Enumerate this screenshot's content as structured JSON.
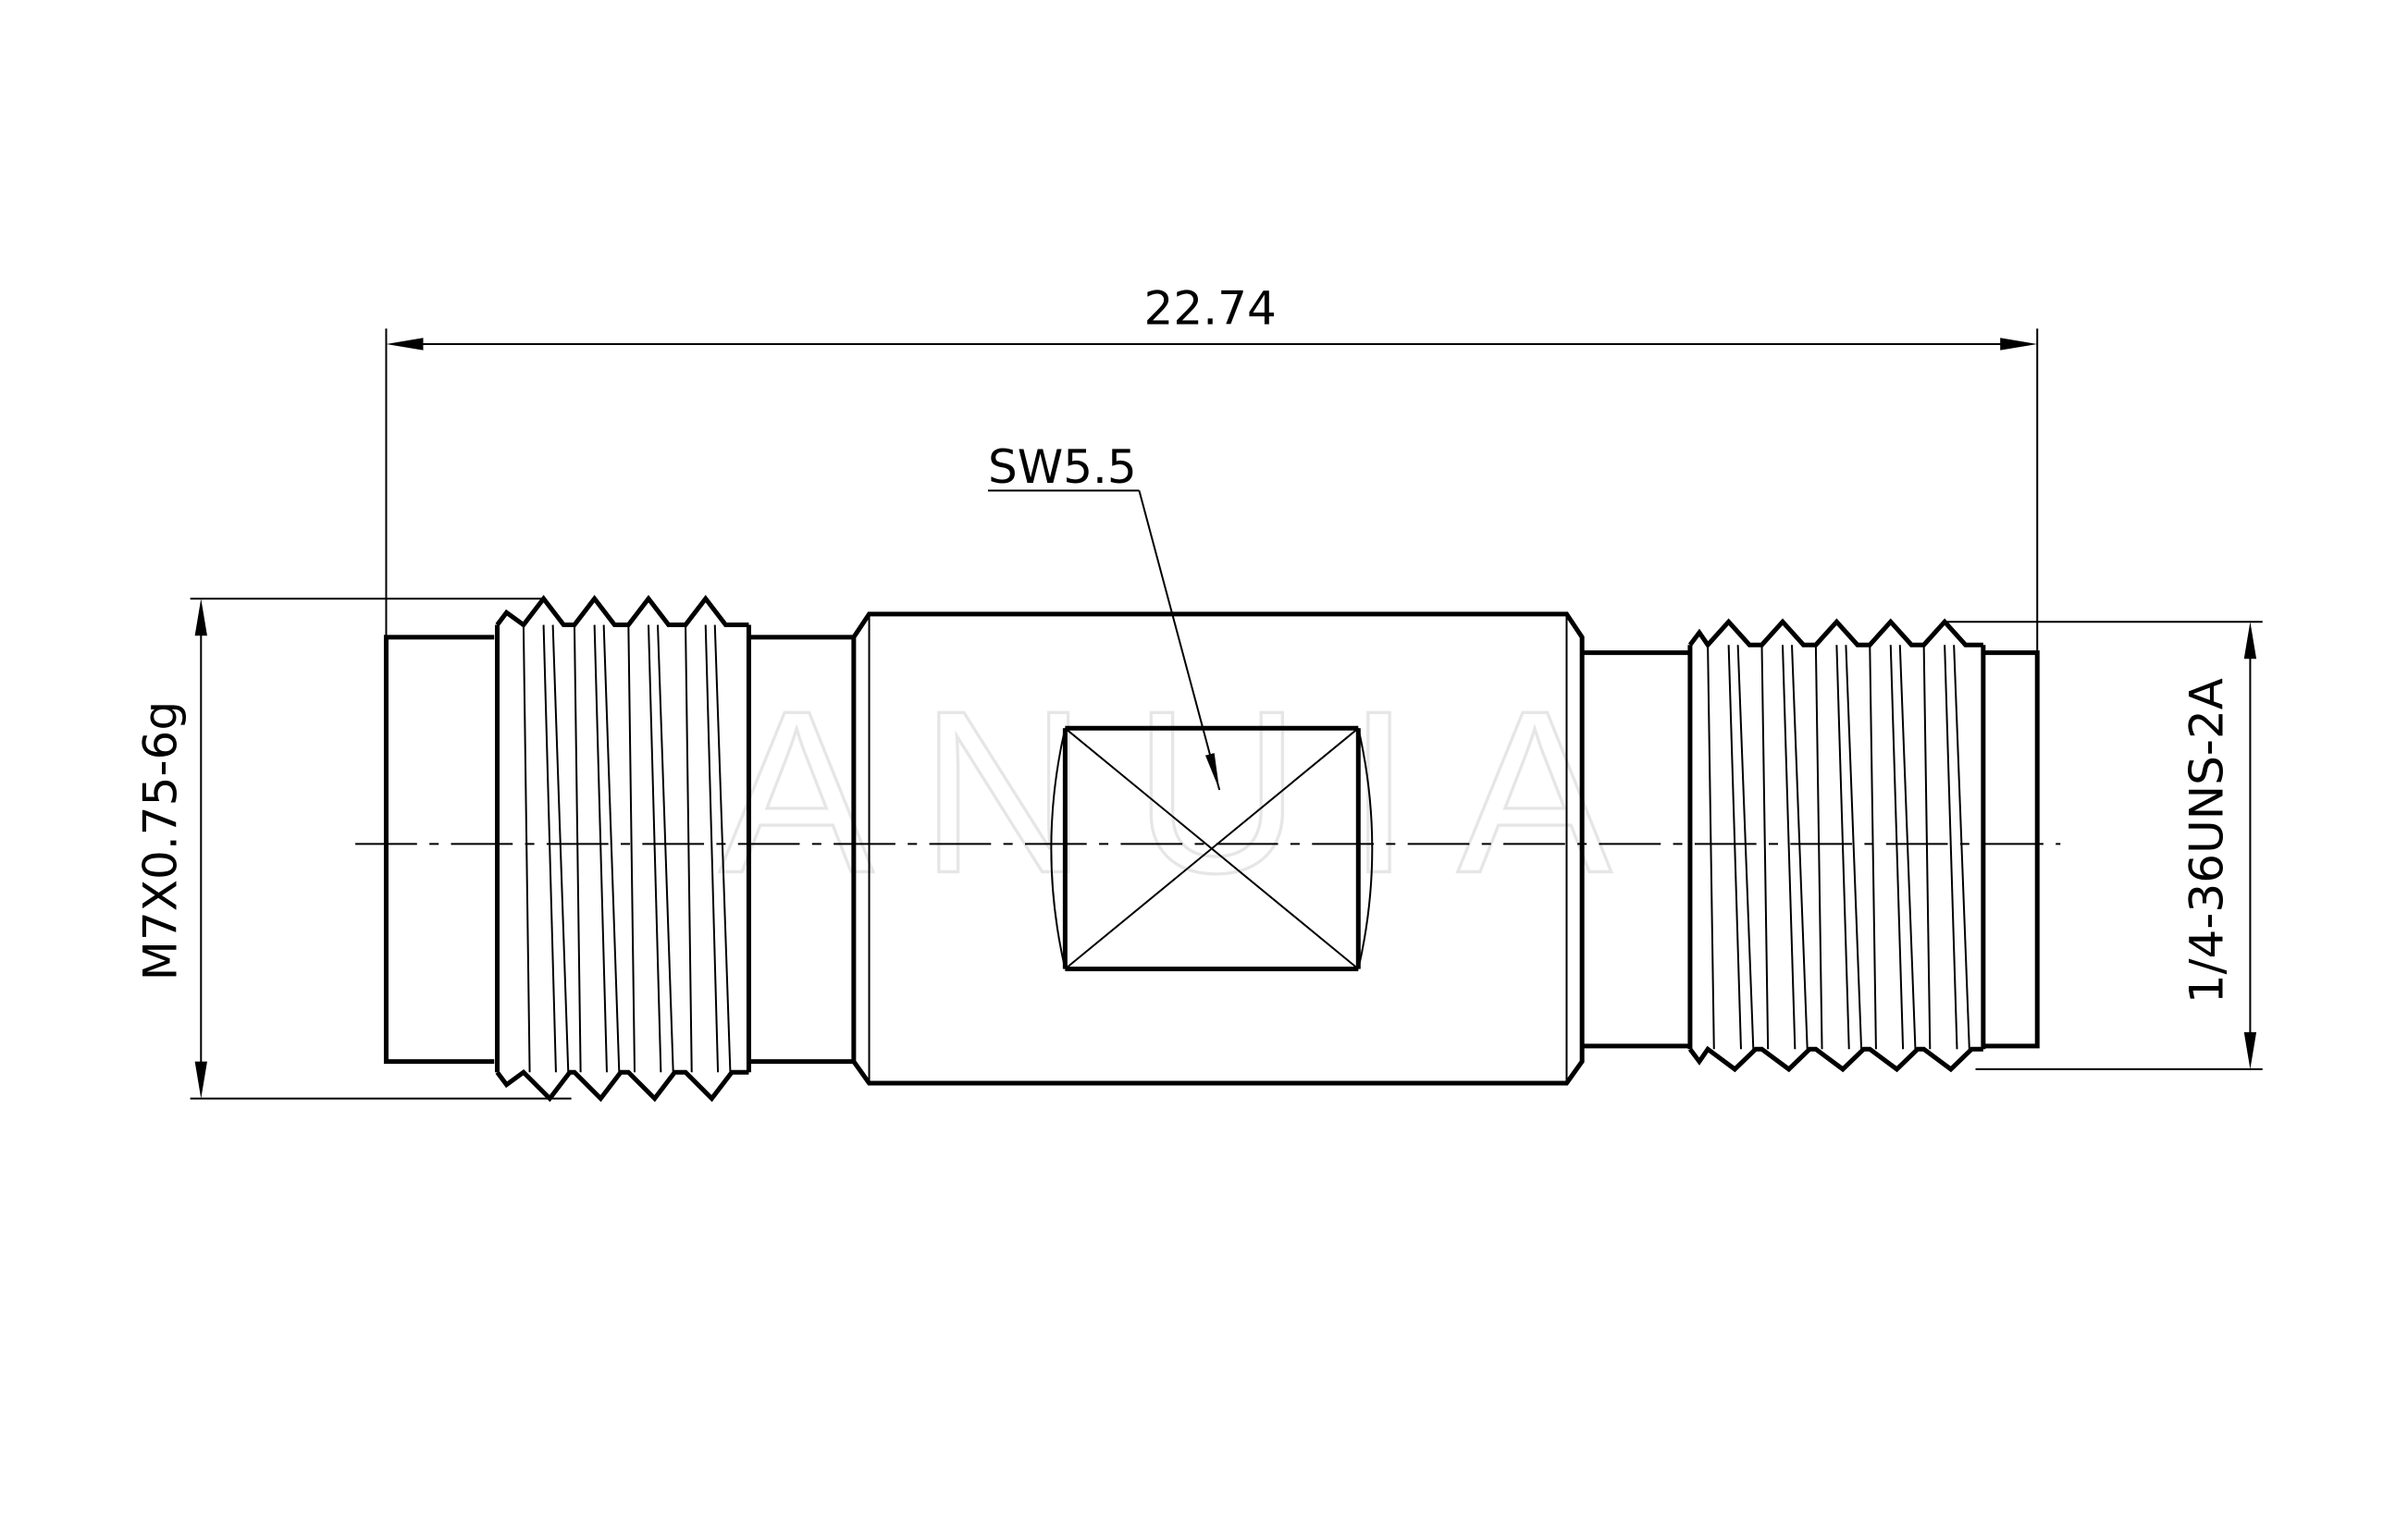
{
  "drawing": {
    "overall_length": "22.74",
    "wrench_size": "SW5.5",
    "left_thread": "M7X0.75-6g",
    "right_thread": "1/4-36UNS-2A",
    "watermark": "ANUIA",
    "line_color": "#000000"
  }
}
